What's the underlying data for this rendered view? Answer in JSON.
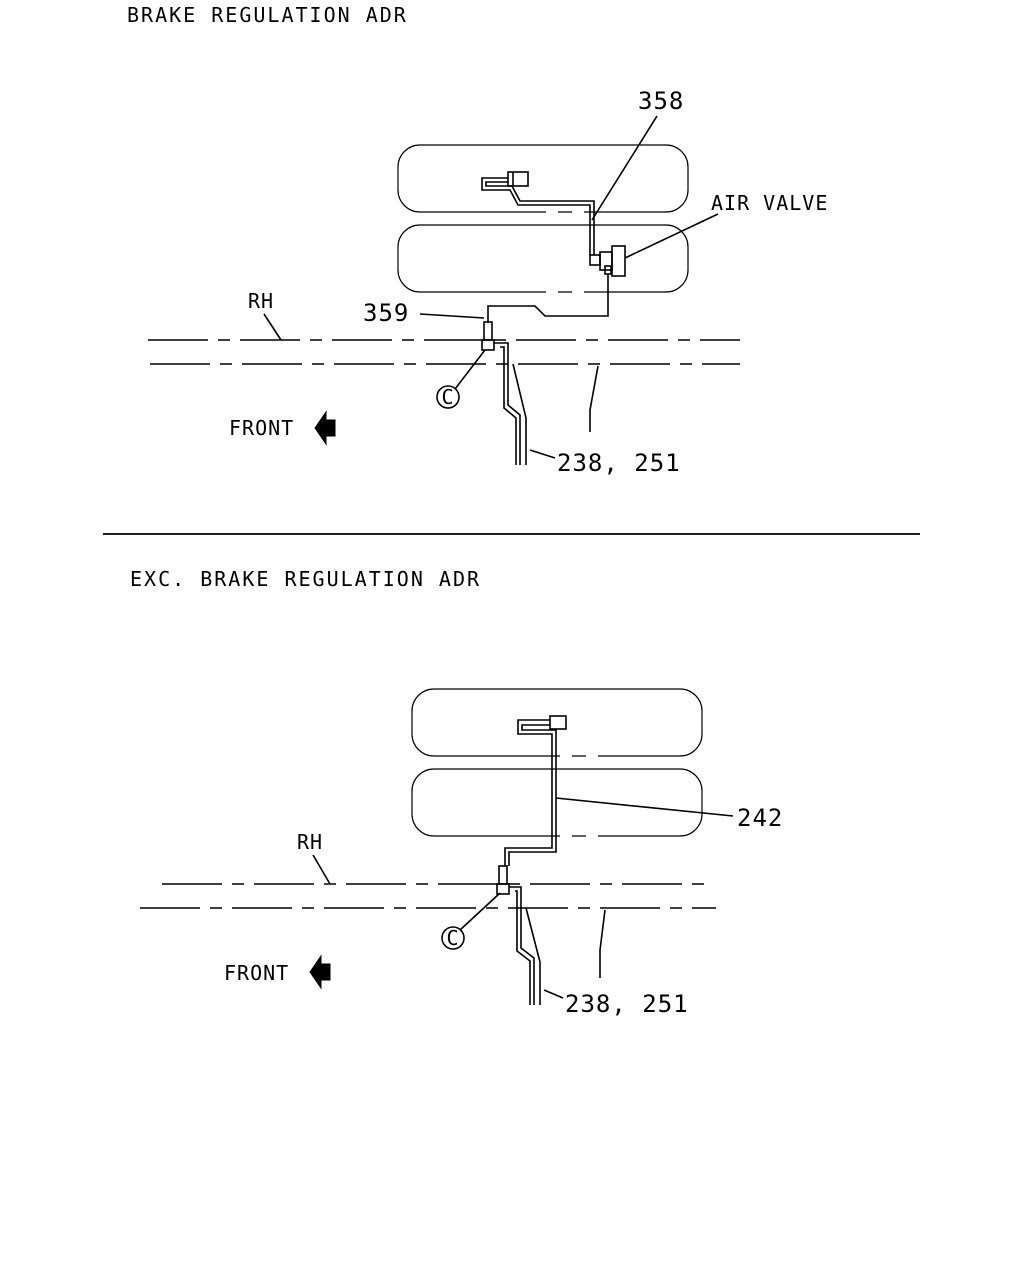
{
  "top": {
    "title": "BRAKE REGULATION ADR",
    "part_358": "358",
    "air_valve": "AIR VALVE",
    "rh": "RH",
    "part_359": "359",
    "circle_c": "C",
    "front": "FRONT",
    "part_238_251": "238, 251"
  },
  "bottom": {
    "title": "EXC. BRAKE REGULATION ADR",
    "part_242": "242",
    "rh": "RH",
    "circle_c": "C",
    "front": "FRONT",
    "part_238_251": "238, 251"
  }
}
